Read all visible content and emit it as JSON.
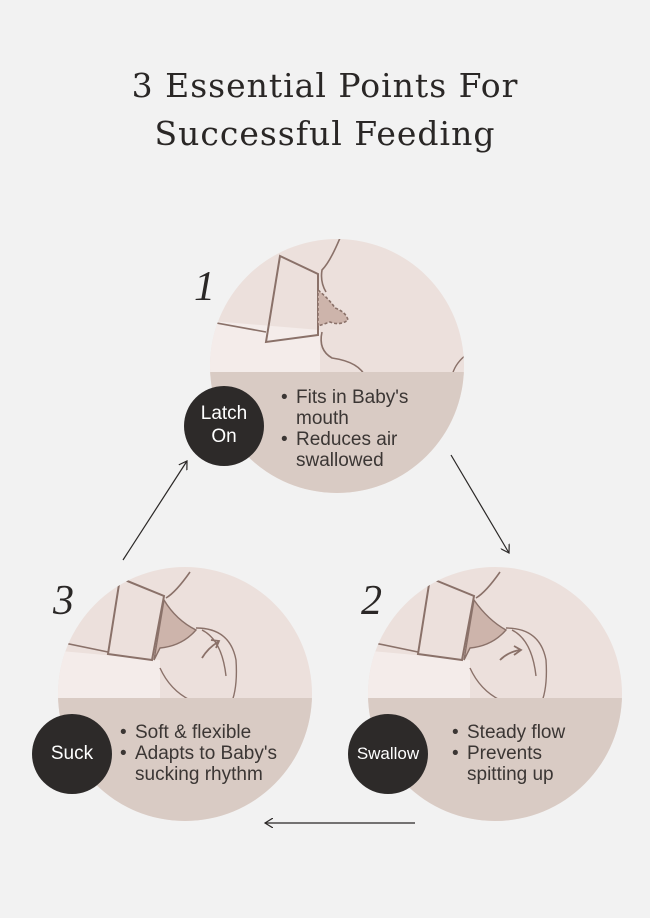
{
  "title": {
    "line1": "3 Essential Points For",
    "line2": "Successful Feeding"
  },
  "colors": {
    "background": "#f2f2f2",
    "circle_top": "#ece0dc",
    "circle_bottom": "#d9cbc4",
    "nipple": "#cdb4ab",
    "badge": "#2d2a29",
    "line_art": "#8a7169",
    "text": "#2a2726"
  },
  "steps": [
    {
      "number": "1",
      "badge": "Latch\nOn",
      "bullets": [
        "Fits in Baby's\nmouth",
        "Reduces air\nswallowed"
      ]
    },
    {
      "number": "2",
      "badge": "Swallow",
      "bullets": [
        "Steady flow",
        "Prevents\nspitting up"
      ]
    },
    {
      "number": "3",
      "badge": "Suck",
      "bullets": [
        "Soft & flexible",
        "Adapts to Baby's\nsucking rhythm"
      ]
    }
  ]
}
